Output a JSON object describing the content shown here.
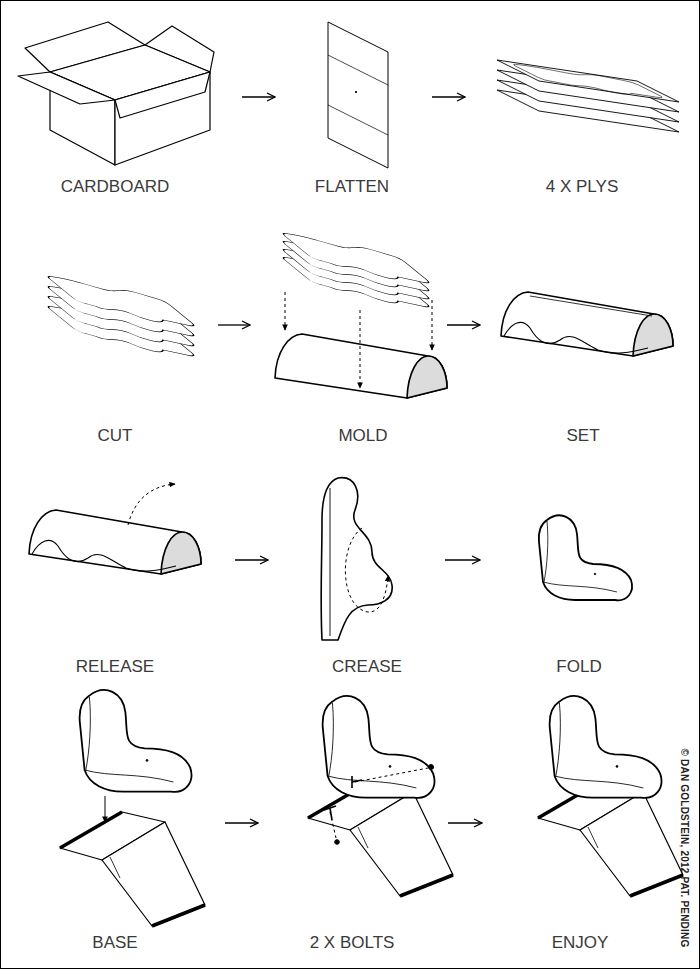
{
  "diagram": {
    "nodes": [
      {
        "text": [
          "CARDBOARD"
        ]
      },
      {
        "text": [
          "FLATTEN"
        ]
      },
      {
        "text": [
          "4 X PLYS"
        ]
      },
      {
        "text": [
          "CUT"
        ]
      },
      {
        "text": [
          "MOLD"
        ]
      },
      {
        "text": [
          "SET"
        ]
      },
      {
        "text": [
          "RELEASE"
        ]
      },
      {
        "text": [
          "CREASE"
        ]
      },
      {
        "text": [
          "FOLD"
        ]
      },
      {
        "text": [
          "BASE"
        ]
      },
      {
        "text": [
          "2 X BOLTS"
        ]
      },
      {
        "text": [
          "ENJOY"
        ]
      }
    ],
    "edges": [
      {
        "from": 0,
        "to": 1,
        "arrow": "to"
      },
      {
        "from": 1,
        "to": 2,
        "arrow": "to"
      },
      {
        "from": 3,
        "to": 4,
        "arrow": "to"
      },
      {
        "from": 4,
        "to": 5,
        "arrow": "to"
      },
      {
        "from": 6,
        "to": 7,
        "arrow": "to"
      },
      {
        "from": 7,
        "to": 8,
        "arrow": "to"
      },
      {
        "from": 9,
        "to": 10,
        "arrow": "to"
      },
      {
        "from": 10,
        "to": 11,
        "arrow": "to"
      }
    ],
    "labels": [
      "© DAN GOLDSTEIN, 2012 PAT. PENDING"
    ]
  }
}
